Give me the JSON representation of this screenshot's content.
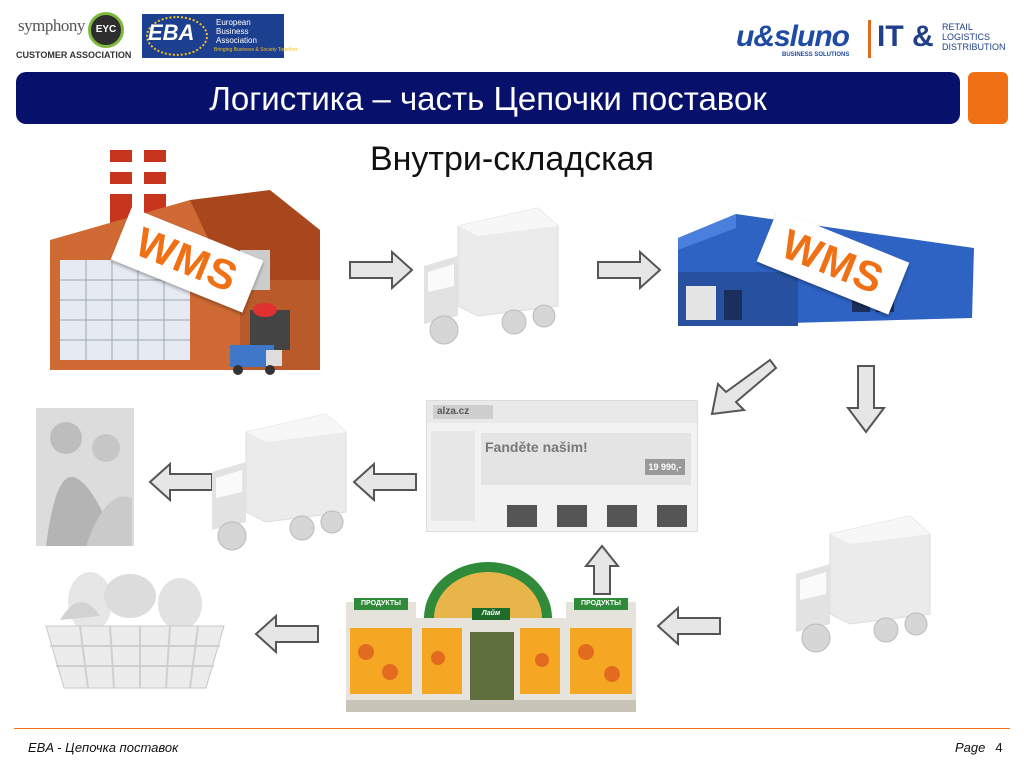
{
  "header": {
    "symphony": {
      "word": "symphony",
      "circle": "EYC",
      "sub": "CUSTOMER ASSOCIATION"
    },
    "eba": {
      "big": "EBA",
      "lines": [
        "European",
        "Business",
        "Association"
      ],
      "tag": "Bringing Business & Society Together"
    },
    "usluno": {
      "word": "u&sluno",
      "sub": "BUSINESS SOLUTIONS",
      "it": "IT &",
      "retail": [
        "RETAIL",
        "LOGISTICS",
        "DISTRIBUTION"
      ]
    },
    "colors": {
      "navy": "#07106b",
      "orange": "#f07016",
      "blue": "#1f4ba5"
    }
  },
  "title": "Логистика – часть Цепочки поставок",
  "subtitle": "Внутри-складская",
  "badges": {
    "wms1": "WMS",
    "wms2": "WMS"
  },
  "store": {
    "sign_left": "ПРОДУКТЫ",
    "sign_right": "ПРОДУКТЫ",
    "name": "Лайм"
  },
  "website": {
    "logo": "alza.cz",
    "headline": "Fanděte našim!",
    "price": "19 990,-"
  },
  "footer": {
    "left": "EBA - Цепочка поставок",
    "page_label": "Page",
    "page_number": "4"
  },
  "icons": [
    "factory-icon",
    "truck-icon",
    "warehouse-icon",
    "website-screenshot",
    "store-icon",
    "basket-icon",
    "customer-photo",
    "arrow-right-icon",
    "arrow-left-icon",
    "arrow-down-icon",
    "arrow-up-icon"
  ]
}
